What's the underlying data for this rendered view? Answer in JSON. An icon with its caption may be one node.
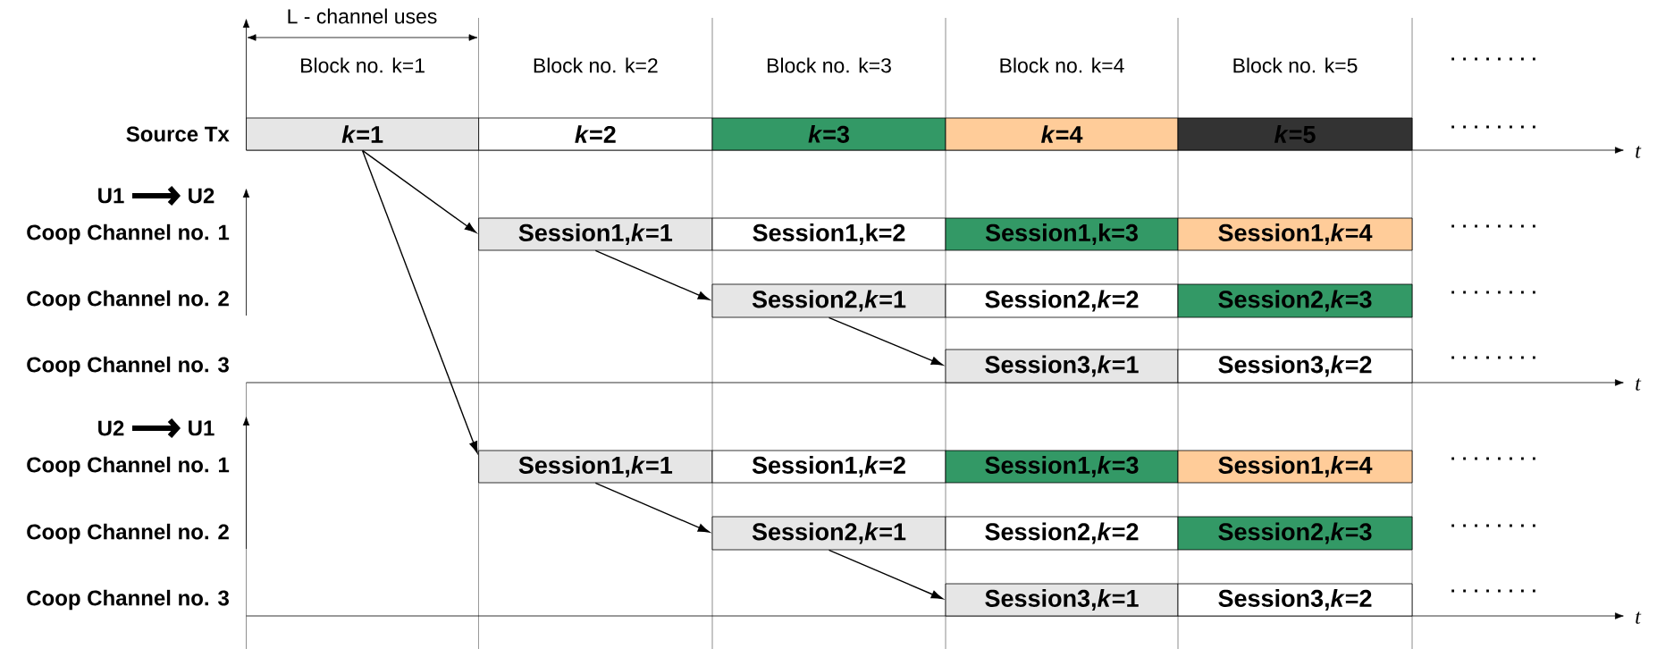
{
  "diagram": {
    "nodes": [
      {
        "text": [
          "*k*=1"
        ]
      },
      {
        "text": [
          "*k*=2"
        ]
      },
      {
        "text": [
          "*k*=3"
        ]
      },
      {
        "text": [
          "*k*=4"
        ]
      },
      {
        "text": [
          "*k*=5"
        ]
      },
      {
        "text": [
          "Session1,*k*=1"
        ]
      },
      {
        "text": [
          "Session1,k=2"
        ]
      },
      {
        "text": [
          "Session1,k=3"
        ]
      },
      {
        "text": [
          "Session1,*k*=4"
        ]
      },
      {
        "text": [
          "Session2,*k*=1"
        ]
      },
      {
        "text": [
          "Session2,*k*=2"
        ]
      },
      {
        "text": [
          "Session2,*k*=3"
        ]
      },
      {
        "text": [
          "Session3,*k*=1"
        ]
      },
      {
        "text": [
          "Session3,*k*=2"
        ]
      },
      {
        "text": [
          "Session1,*k*=1"
        ]
      },
      {
        "text": [
          "Session1,*k*=2"
        ]
      },
      {
        "text": [
          "Session1,*k*=3"
        ]
      },
      {
        "text": [
          "Session1,*k*=4"
        ]
      },
      {
        "text": [
          "Session2,*k*=1"
        ]
      },
      {
        "text": [
          "Session2,*k*=2"
        ]
      },
      {
        "text": [
          "Session2,*k*=3"
        ]
      },
      {
        "text": [
          "Session3,*k*=1"
        ]
      },
      {
        "text": [
          "Session3,*k*=2"
        ]
      }
    ],
    "edges": [
      {
        "from": 0,
        "to": 5,
        "arrow": "to"
      },
      {
        "from": 5,
        "to": 9,
        "arrow": "to"
      },
      {
        "from": 9,
        "to": 12,
        "arrow": "to"
      },
      {
        "from": 0,
        "to": 14,
        "arrow": "to"
      },
      {
        "from": 14,
        "to": 18,
        "arrow": "to"
      },
      {
        "from": 18,
        "to": 21,
        "arrow": "to"
      }
    ],
    "labels": [
      "L - channel uses",
      "Block no. k=1",
      "Block no. k=2",
      "Block no. k=3",
      "Block no. k=4",
      "Block no. k=5",
      ". . . . . . . .",
      "Source Tx",
      ". . . . . . . .",
      "t",
      "U1",
      "U2",
      "Coop Channel no. 1",
      ". . . . . . . .",
      "Coop Channel no. 2",
      ". . . . . . . .",
      "Coop Channel no. 3",
      ". . . . . . . .",
      "t",
      "U2",
      "U1",
      "Coop Channel no. 1",
      ". . . . . . . .",
      "Coop Channel no. 2",
      ". . . . . . . .",
      "Coop Channel no. 3",
      ". . . . . . . .",
      "t"
    ]
  }
}
